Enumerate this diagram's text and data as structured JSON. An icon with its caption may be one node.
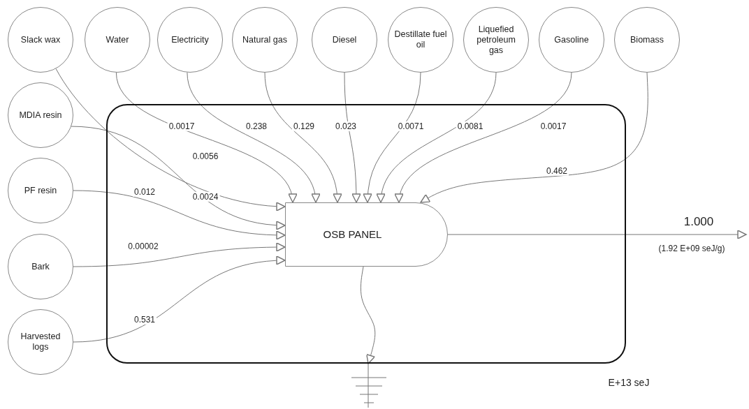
{
  "diagram": {
    "nodes": [
      {
        "text": [],
        "shape": "box"
      },
      {
        "text": [
          "Slack wax"
        ]
      },
      {
        "text": [
          "Water"
        ]
      },
      {
        "text": [
          "Electricity"
        ]
      },
      {
        "text": [
          "Natural gas"
        ]
      },
      {
        "text": [
          "Diesel"
        ]
      },
      {
        "text": [
          "Destillate fuel oil"
        ]
      },
      {
        "text": [
          "Liquefied petroleum gas"
        ]
      },
      {
        "text": [
          "Gasoline"
        ]
      },
      {
        "text": [
          "Biomass"
        ]
      },
      {
        "text": [
          "MDIA resin"
        ]
      },
      {
        "text": [
          "PF resin"
        ]
      },
      {
        "text": [
          "Bark"
        ]
      },
      {
        "text": [
          "Harvested logs"
        ]
      },
      {
        "text": [
          "OSB PANEL"
        ],
        "in": 0
      },
      {
        "text": [],
        "shape": "sink"
      }
    ],
    "edges": [
      {
        "from": 1,
        "to": 14,
        "arrow": "to",
        "label": "0.0056"
      },
      {
        "from": 2,
        "to": 14,
        "arrow": "to",
        "label": "0.0017"
      },
      {
        "from": 3,
        "to": 14,
        "arrow": "to",
        "label": "0.238"
      },
      {
        "from": 4,
        "to": 14,
        "arrow": "to",
        "label": "0.129"
      },
      {
        "from": 5,
        "to": 14,
        "arrow": "to",
        "label": "0.023"
      },
      {
        "from": 6,
        "to": 14,
        "arrow": "to",
        "label": "0.0071"
      },
      {
        "from": 7,
        "to": 14,
        "arrow": "to",
        "label": "0.0081"
      },
      {
        "from": 8,
        "to": 14,
        "arrow": "to",
        "label": "0.0017"
      },
      {
        "from": 9,
        "to": 14,
        "arrow": "to",
        "label": "0.462"
      },
      {
        "from": 10,
        "to": 14,
        "arrow": "to",
        "label": "0.0024"
      },
      {
        "from": 11,
        "to": 14,
        "arrow": "to",
        "label": "0.012"
      },
      {
        "from": 12,
        "to": 14,
        "arrow": "to",
        "label": "0.00002"
      },
      {
        "from": 13,
        "to": 14,
        "arrow": "to",
        "label": "0.531"
      },
      {
        "from": 14,
        "to": null,
        "arrow": "to",
        "label": "1.000"
      },
      {
        "from": 14,
        "to": 15,
        "arrow": "to"
      }
    ],
    "labels": [
      "(1.92 E+09 seJ/g)",
      "E+13 seJ"
    ]
  }
}
